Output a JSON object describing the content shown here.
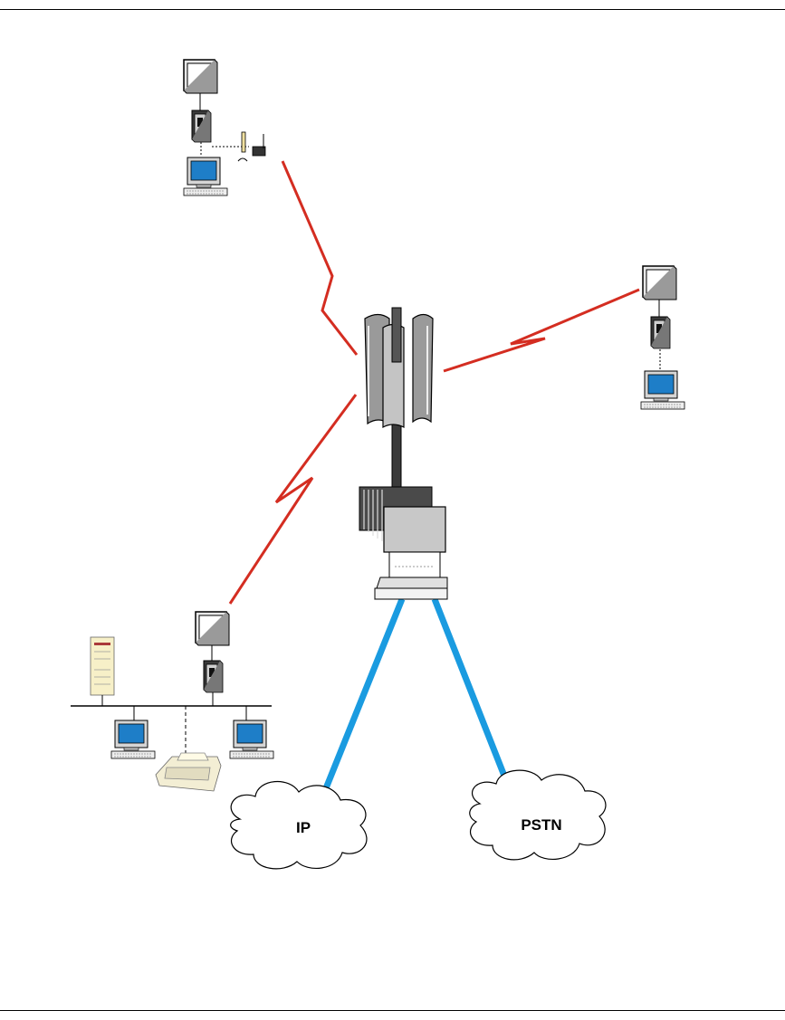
{
  "clouds": {
    "ip": {
      "label": "IP"
    },
    "pstn": {
      "label": "PSTN"
    }
  },
  "colors": {
    "radio_link": "#d42d21",
    "wired_link": "#1a9be0",
    "screen": "#1e7ec8",
    "tower_metal": "#8f8f8f",
    "base_station_box": "#c8c8c8"
  },
  "icons": {
    "tower": "cellular-tower-antenna",
    "base_station": "base-station-cabinet",
    "subscriber_unit": "subscriber-radio-unit",
    "panel_antenna": "panel-antenna",
    "computer": "desktop-computer",
    "phone": "telephone",
    "server": "server-tower",
    "printer": "printer",
    "cloud": "network-cloud"
  }
}
